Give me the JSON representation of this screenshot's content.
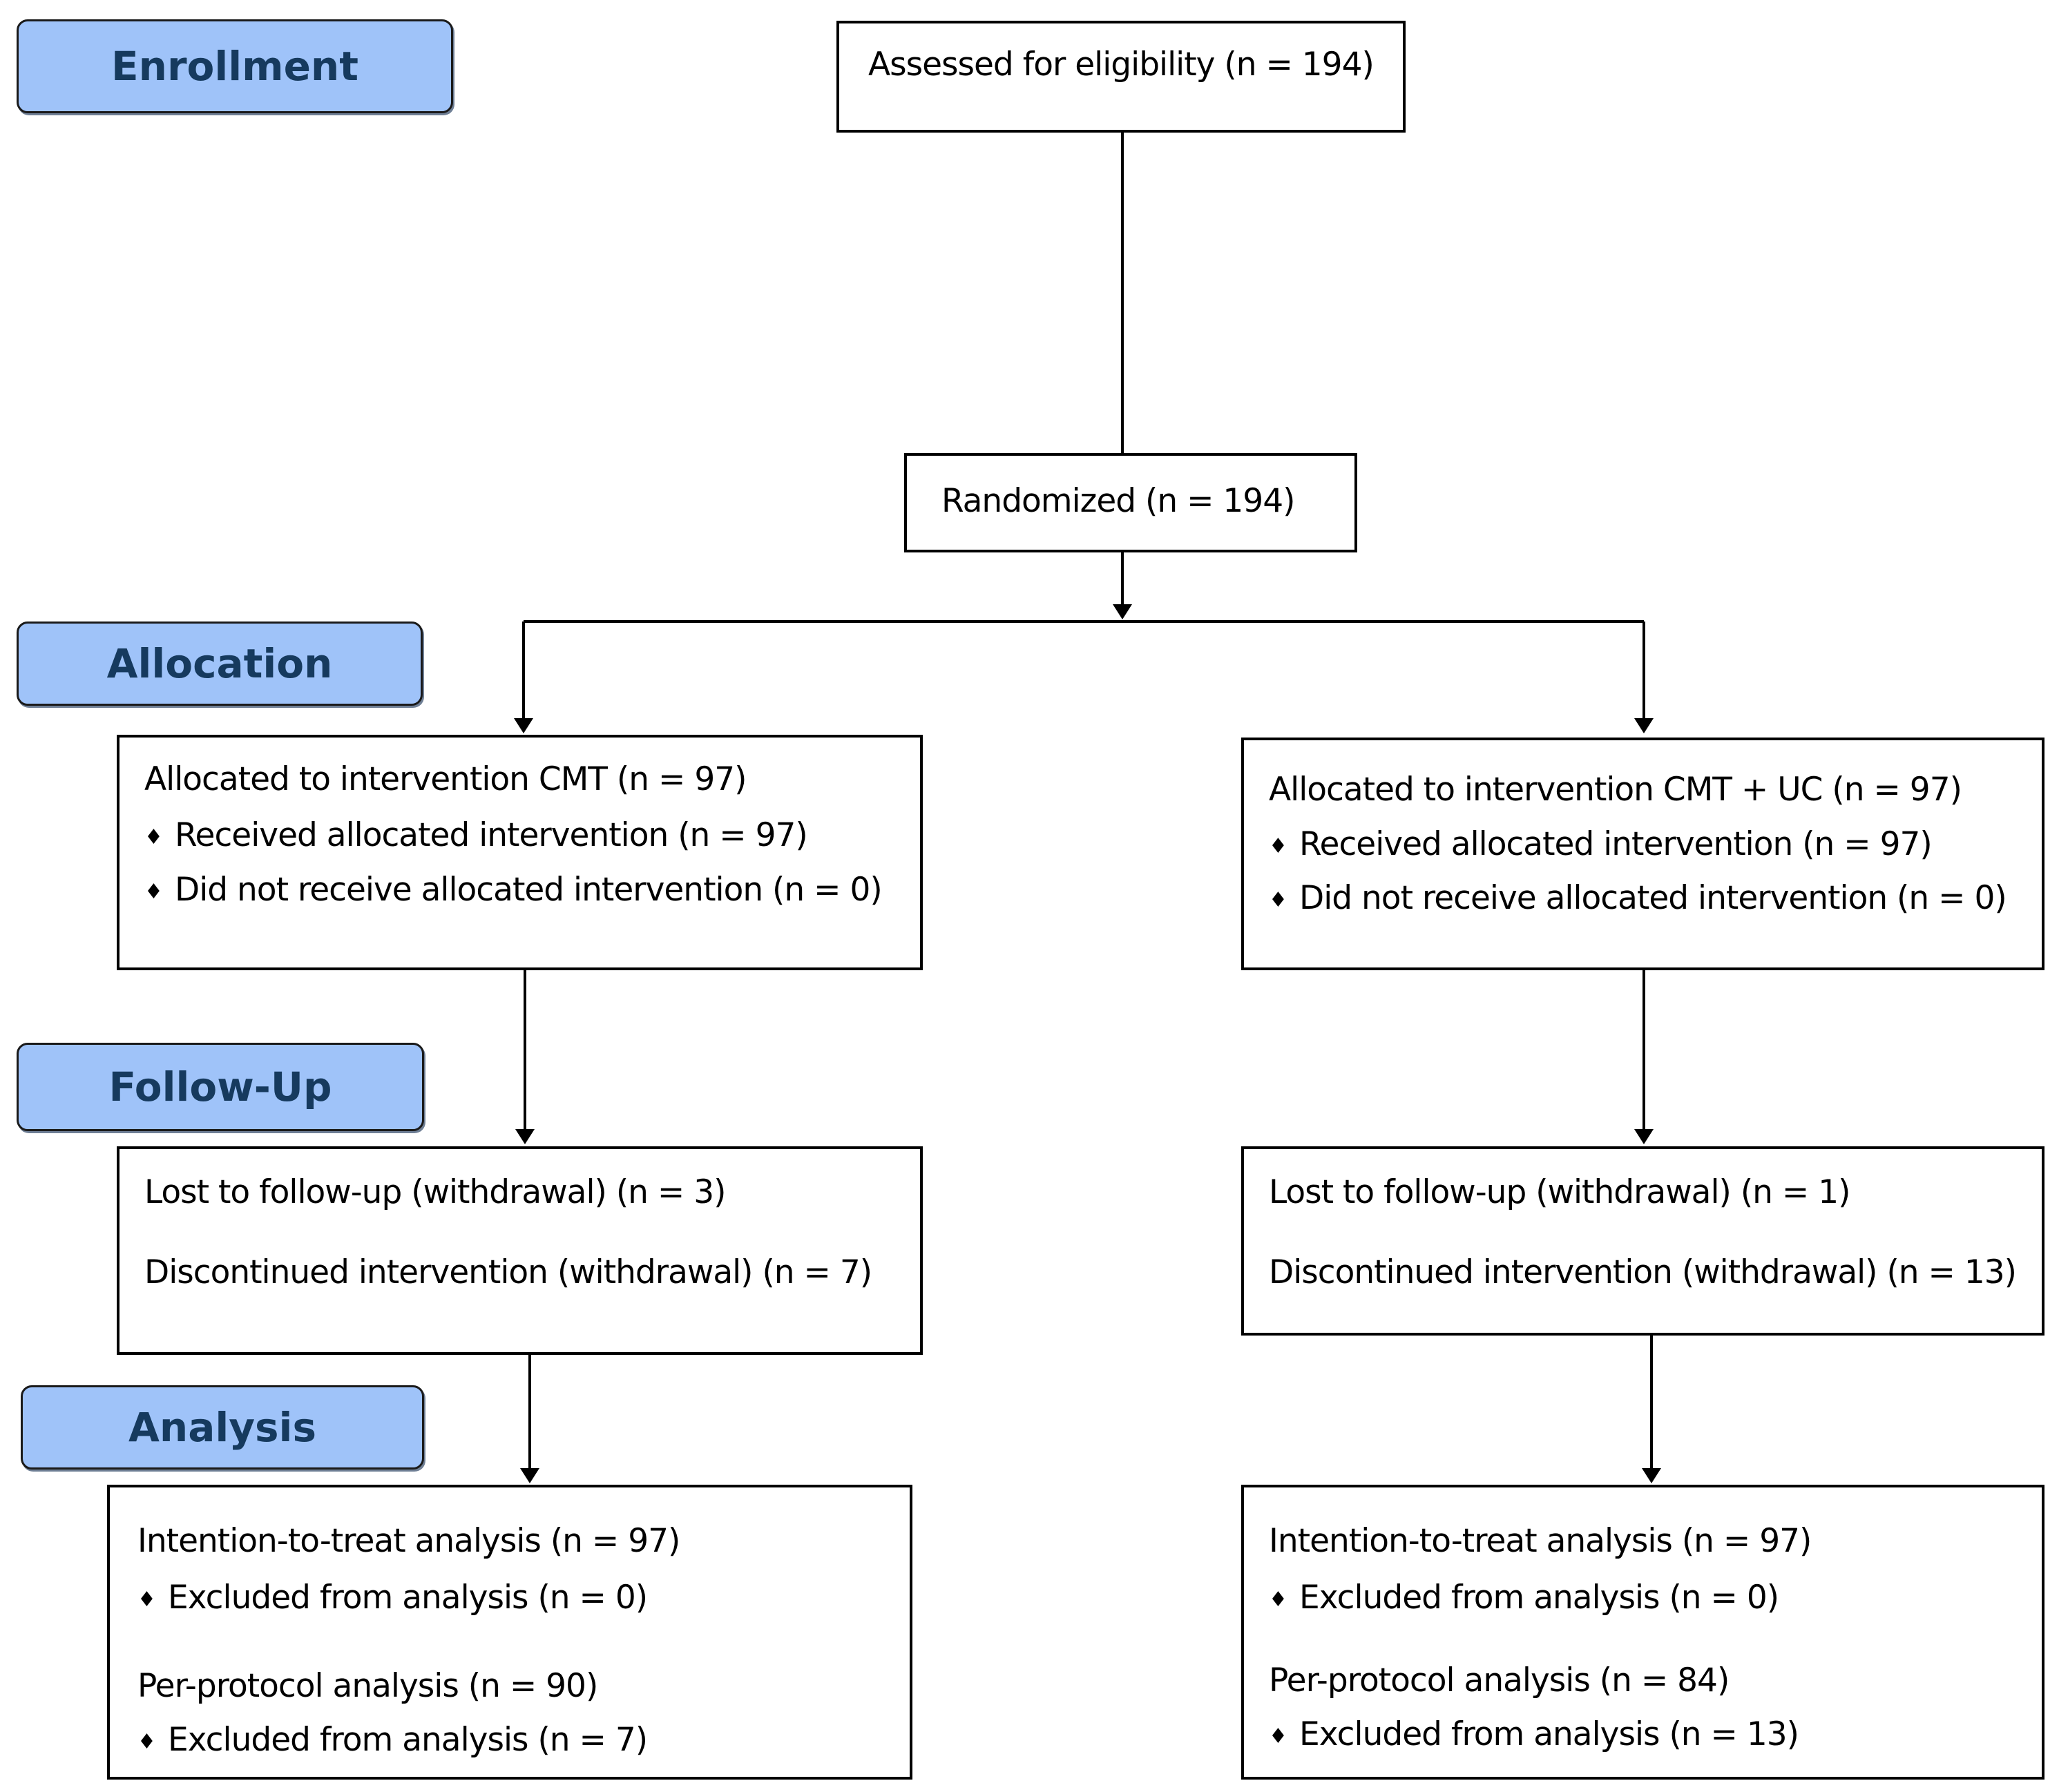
{
  "stages": {
    "enrollment": "Enrollment",
    "allocation": "Allocation",
    "follow_up": "Follow-Up",
    "analysis": "Analysis"
  },
  "assessed": "Assessed for eligibility (n = 194)",
  "randomized": "Randomized (n = 194)",
  "bullet_symbol": "♦",
  "left": {
    "allocation": {
      "title": "Allocated to intervention CMT (n = 97)",
      "received": "Received allocated intervention (n = 97)",
      "not_received": "Did not receive allocated intervention (n = 0)"
    },
    "follow_up": {
      "lost": "Lost to follow-up (withdrawal) (n = 3)",
      "discontinued": "Discontinued intervention (withdrawal) (n = 7)"
    },
    "analysis": {
      "itt": "Intention-to-treat analysis (n = 97)",
      "itt_excluded": "Excluded from analysis (n = 0)",
      "pp": "Per-protocol analysis (n = 90)",
      "pp_excluded": "Excluded from analysis (n = 7)"
    }
  },
  "right": {
    "allocation": {
      "title": "Allocated to intervention CMT + UC (n = 97)",
      "received": "Received allocated intervention (n = 97)",
      "not_received": "Did not receive allocated intervention (n = 0)"
    },
    "follow_up": {
      "lost": "Lost to follow-up (withdrawal) (n = 1)",
      "discontinued": "Discontinued intervention (withdrawal) (n = 13)"
    },
    "analysis": {
      "itt": "Intention-to-treat analysis (n = 97)",
      "itt_excluded": "Excluded from analysis (n = 0)",
      "pp": "Per-protocol analysis (n = 84)",
      "pp_excluded": "Excluded from analysis (n = 13)"
    }
  },
  "colors": {
    "stage_fill": "#9fc3f9",
    "stage_text": "#163a5e",
    "line": "#000000"
  }
}
